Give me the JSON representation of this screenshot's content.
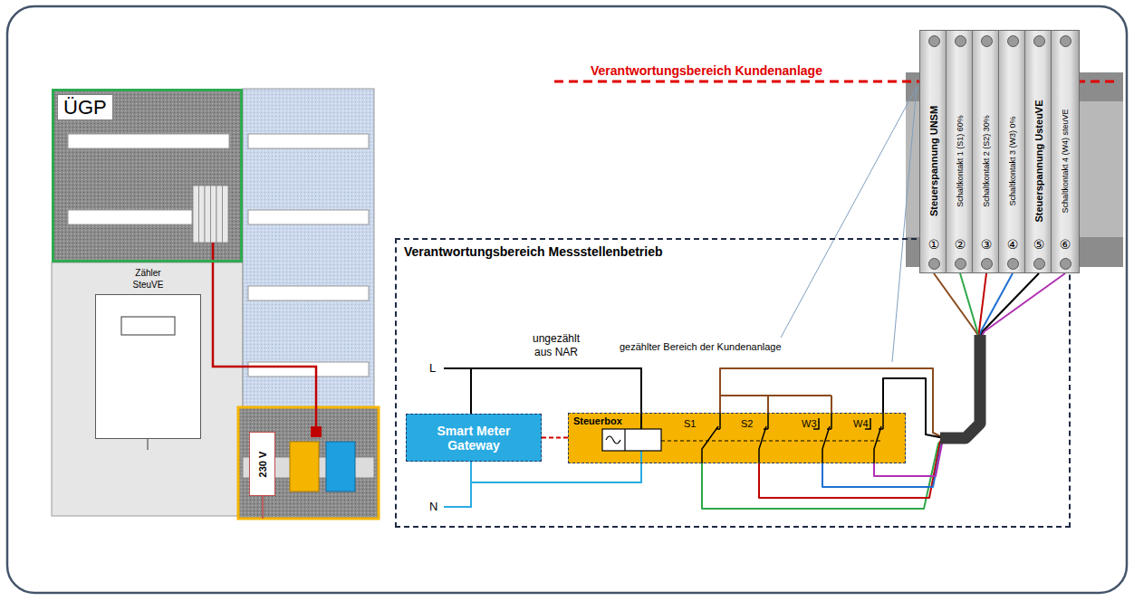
{
  "diagram": {
    "nodes": [
      {
        "text": [
          "ÜGP"
        ]
      },
      {
        "text": [
          "Zähler SteuVE"
        ]
      },
      {
        "text": [
          "230 V"
        ]
      },
      {
        "text": [
          "Verantwortungsbereich Messstellenbetrieb"
        ]
      },
      {
        "text": [
          "Smart Meter Gateway"
        ],
        "in": 3
      },
      {
        "text": [
          "Steuerbox"
        ],
        "in": 3
      },
      {
        "text": [
          "Steuerspannung UNSM",
          "①"
        ]
      },
      {
        "text": [
          "Schaltkontakt 1 (S1) 60%",
          "②"
        ]
      },
      {
        "text": [
          "Schaltkontakt 2 (S2) 30%",
          "③"
        ]
      },
      {
        "text": [
          "Schaltkontakt 3 (W3) 0%",
          "④"
        ]
      },
      {
        "text": [
          "Steuerspannung UsteuVE",
          "⑤"
        ]
      },
      {
        "text": [
          "Schaltkontakt 4 (W4) steuVE",
          "⑥"
        ]
      }
    ],
    "edges": [
      {
        "from": 4,
        "to": 5,
        "arrow": "none"
      },
      {
        "from": 5,
        "to": 6,
        "arrow": "none"
      },
      {
        "from": 5,
        "to": 7,
        "arrow": "none"
      },
      {
        "from": 5,
        "to": 8,
        "arrow": "none"
      },
      {
        "from": 5,
        "to": 9,
        "arrow": "none"
      },
      {
        "from": 5,
        "to": 10,
        "arrow": "none"
      },
      {
        "from": 5,
        "to": 11,
        "arrow": "none"
      }
    ],
    "labels": [
      "Verantwortungsbereich Kundenanlage",
      "ungezählt aus NAR",
      "L",
      "N",
      "gezählter Bereich der Kundenanlage",
      "S1",
      "S2",
      "W3",
      "W4"
    ]
  }
}
